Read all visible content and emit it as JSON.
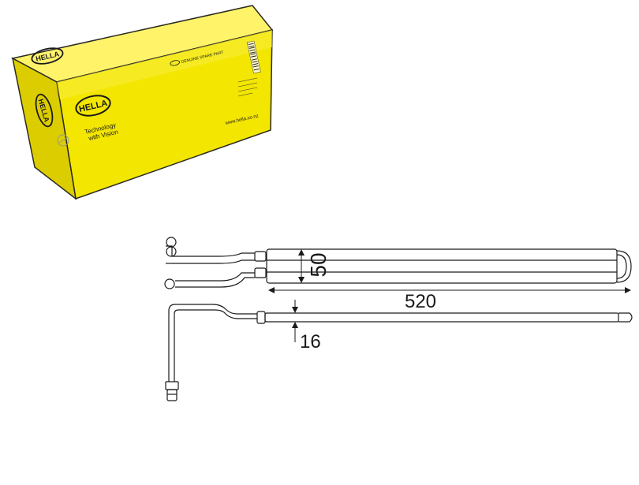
{
  "box": {
    "brand": "HELLA",
    "slogan_line1": "Technology",
    "slogan_line2": "with Vision",
    "genuine_label": "GENUINE SPARE PART",
    "website": "www.hella.co.nz",
    "colors": {
      "front": "#f3e600",
      "top": "#fff36a",
      "side": "#d9c900",
      "outline": "#2a2a20"
    }
  },
  "drawing": {
    "dimension_height": "50",
    "dimension_length": "520",
    "dimension_depth": "16",
    "line_color": "#1a1a1a"
  }
}
